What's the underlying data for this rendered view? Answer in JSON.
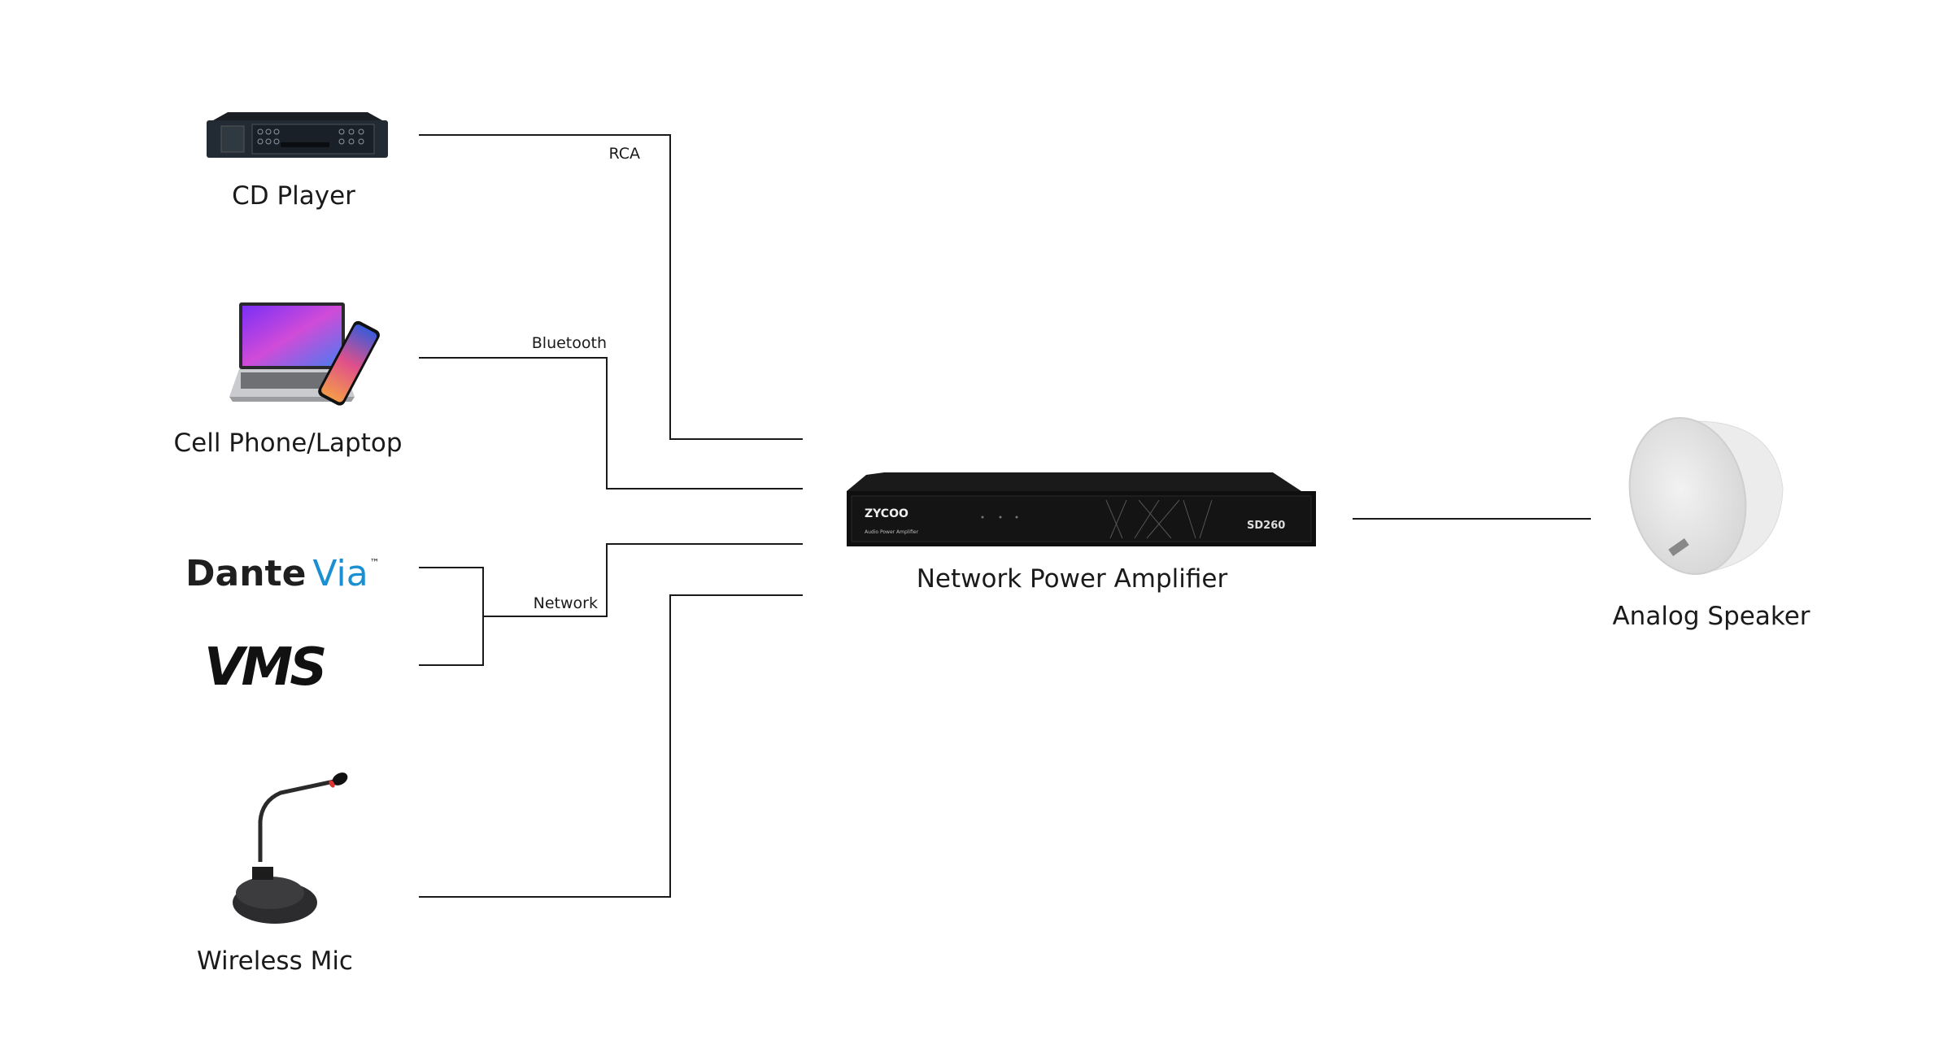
{
  "devices": {
    "cd_player": {
      "label": "CD Player"
    },
    "phone_laptop": {
      "label": "Cell Phone/Laptop"
    },
    "dante_via": {
      "logo_text_1": "Dante",
      "logo_text_2": "Via",
      "tm": "™",
      "brand_color": "#1a8fd1"
    },
    "vms": {
      "logo_text": "VMS"
    },
    "wireless_mic": {
      "label": "Wireless Mic"
    },
    "amplifier": {
      "label": "Network Power Amplifier",
      "brand": "ZYCOO",
      "subtitle": "Audio Power Amplifier",
      "model": "SD260"
    },
    "speaker": {
      "label": "Analog Speaker"
    }
  },
  "connections": {
    "rca": "RCA",
    "bluetooth": "Bluetooth",
    "network": "Network"
  }
}
